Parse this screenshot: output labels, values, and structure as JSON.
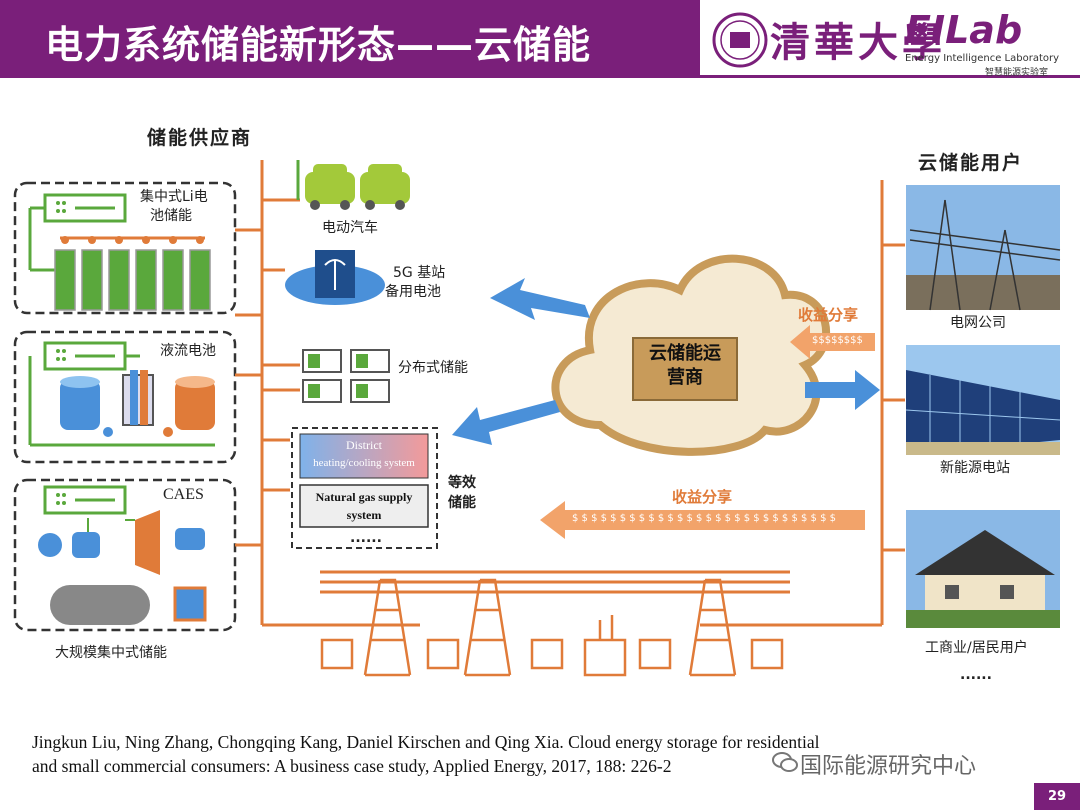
{
  "header": {
    "title": "电力系统储能新形态——云储能",
    "university": "清華大學",
    "lab_name": "EILab",
    "lab_subtitle": "Energy Intelligence Laboratory",
    "lab_subtitle_cn": "智慧能源实验室"
  },
  "diagram": {
    "suppliers_title": "储能供应商",
    "users_title": "云储能用户",
    "operator": "云储能运营商",
    "operator_line1": "云储能运",
    "operator_line2": "营商",
    "supplier_boxes": [
      {
        "label_line1": "集中式Li电",
        "label_line2": "池储能"
      },
      {
        "label": "液流电池"
      },
      {
        "label": "CAES"
      }
    ],
    "supplier_bottom_label": "大规模集中式储能",
    "middle_items": {
      "ev": "电动汽车",
      "base_station_line1": "5G 基站",
      "base_station_line2": "备用电池",
      "distributed": "分布式储能",
      "equivalent_line1": "等效",
      "equivalent_line2": "储能",
      "district_line1": "District",
      "district_line2": "heating/cooling system",
      "gas_line1": "Natural gas supply",
      "gas_line2": "system",
      "ellipsis": "......"
    },
    "profit_share_top": "收益分享",
    "profit_share_bottom": "收益分享",
    "dollars_short": "$$$$$$$$",
    "dollars_long": "$ $ $ $ $ $ $ $ $ $ $ $ $ $ $ $ $ $ $ $ $ $ $ $ $ $ $ $",
    "users": [
      {
        "label": "电网公司"
      },
      {
        "label": "新能源电站"
      },
      {
        "label": "工商业/居民用户"
      }
    ],
    "users_ellipsis": "......"
  },
  "citation": {
    "line1": "Jingkun Liu, Ning Zhang, Chongqing Kang, Daniel Kirschen and Qing Xia. Cloud energy storage for residential",
    "line2": "and small commercial consumers: A business case study, Applied Energy, 2017, 188: 226-2"
  },
  "watermark": "国际能源研究中心",
  "page_number": "29",
  "colors": {
    "purple": "#7a1f7a",
    "orange": "#e07b39",
    "green": "#5aa83c",
    "blue": "#4a90d9"
  }
}
